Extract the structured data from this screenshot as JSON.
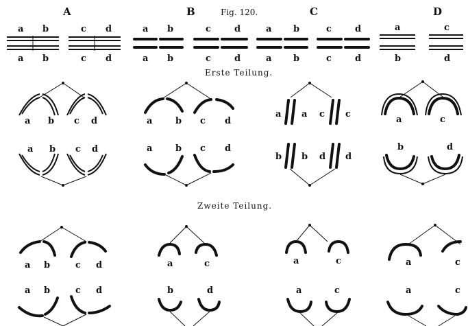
{
  "figure_label": "Fig. 120.",
  "columns": [
    "A",
    "B",
    "C",
    "D"
  ],
  "captions": {
    "first_division": "Erste Teilung.",
    "second_division": "Zweite Teilung."
  },
  "letters": {
    "a": "a",
    "b": "b",
    "c": "c",
    "d": "d"
  }
}
